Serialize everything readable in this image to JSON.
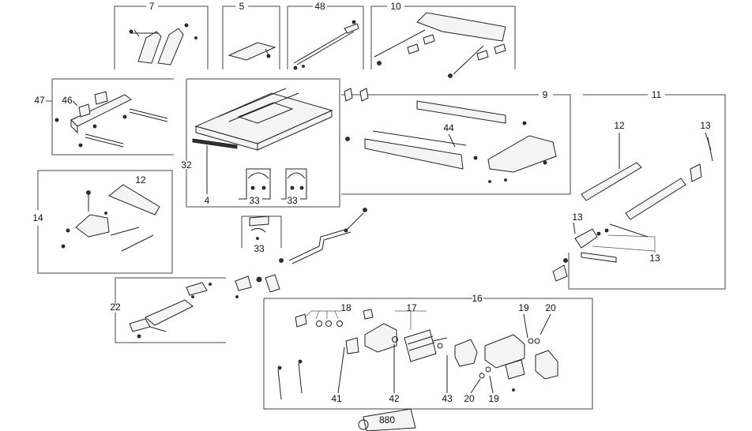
{
  "labels": {
    "l7": "7",
    "l5": "5",
    "l48": "48",
    "l10": "10",
    "l47": "47",
    "l46": "46",
    "l9": "9",
    "l11": "11",
    "l44": "44",
    "l12a": "12",
    "l13a": "13",
    "l32": "32",
    "l4": "4",
    "l33a": "33",
    "l33b": "33",
    "l14": "14",
    "l12b": "12",
    "l33c": "33",
    "l13b": "13",
    "l13c": "13",
    "l22": "22",
    "l16": "16",
    "l18": "18",
    "l17": "17",
    "l19a": "19",
    "l20a": "20",
    "l41": "41",
    "l42": "42",
    "l43": "43",
    "l20b": "20",
    "l19b": "19",
    "l880": "880"
  }
}
